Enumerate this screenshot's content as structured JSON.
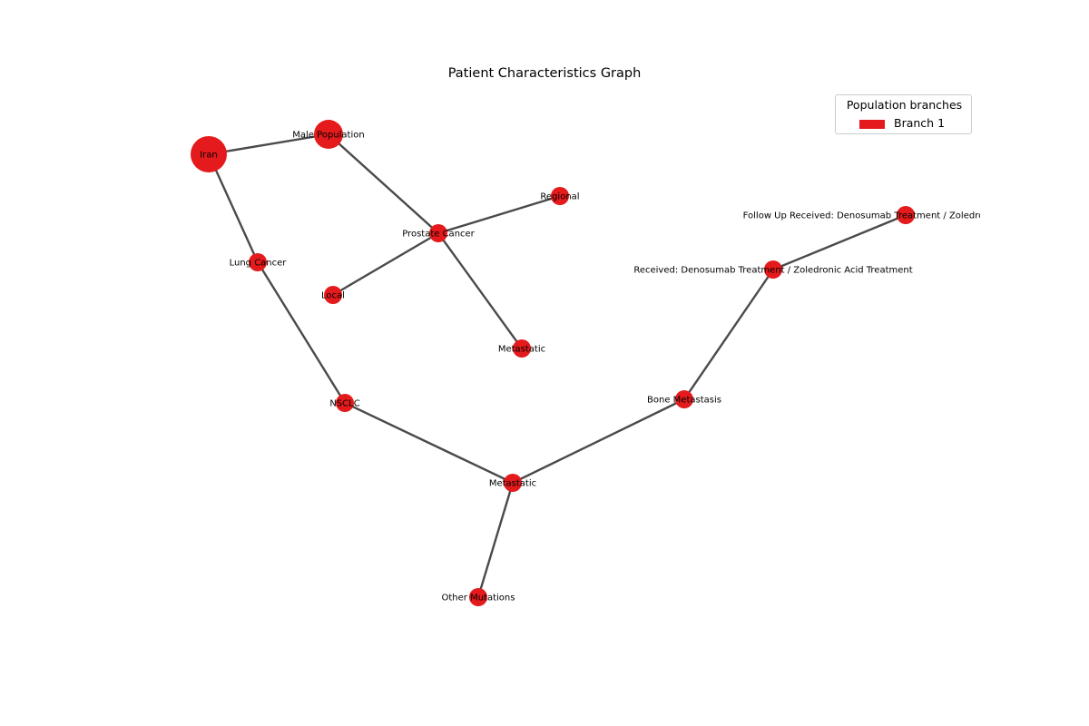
{
  "title": "Patient Characteristics Graph",
  "legend": {
    "title": "Population branches",
    "items": [
      {
        "label": "Branch 1",
        "color": "#e41a1c"
      }
    ]
  },
  "colors": {
    "node": "#e41a1c",
    "edge": "#4a4a4a"
  },
  "graph": {
    "nodes": [
      {
        "id": "iran",
        "label": "Iran"
      },
      {
        "id": "male",
        "label": "Male Population"
      },
      {
        "id": "lung",
        "label": "Lung Cancer"
      },
      {
        "id": "prostate",
        "label": "Prostate Cancer"
      },
      {
        "id": "regional",
        "label": "Regional"
      },
      {
        "id": "local",
        "label": "Local"
      },
      {
        "id": "metastatic_prostate",
        "label": "Metastatic"
      },
      {
        "id": "nsclc",
        "label": "NSCLC"
      },
      {
        "id": "metastatic_lung",
        "label": "Metastatic"
      },
      {
        "id": "bone",
        "label": "Bone Metastasis"
      },
      {
        "id": "received",
        "label": "Received: Denosumab Treatment / Zoledronic Acid Treatment"
      },
      {
        "id": "followup",
        "label": "Follow Up Received: Denosumab Treatment / Zoledronic Acid Treatment"
      },
      {
        "id": "other",
        "label": "Other Mutations"
      }
    ],
    "edges": [
      [
        "iran",
        "male"
      ],
      [
        "iran",
        "lung"
      ],
      [
        "male",
        "prostate"
      ],
      [
        "prostate",
        "regional"
      ],
      [
        "prostate",
        "local"
      ],
      [
        "prostate",
        "metastatic_prostate"
      ],
      [
        "lung",
        "nsclc"
      ],
      [
        "nsclc",
        "metastatic_lung"
      ],
      [
        "metastatic_lung",
        "other"
      ],
      [
        "metastatic_lung",
        "bone"
      ],
      [
        "bone",
        "received"
      ],
      [
        "received",
        "followup"
      ]
    ]
  }
}
